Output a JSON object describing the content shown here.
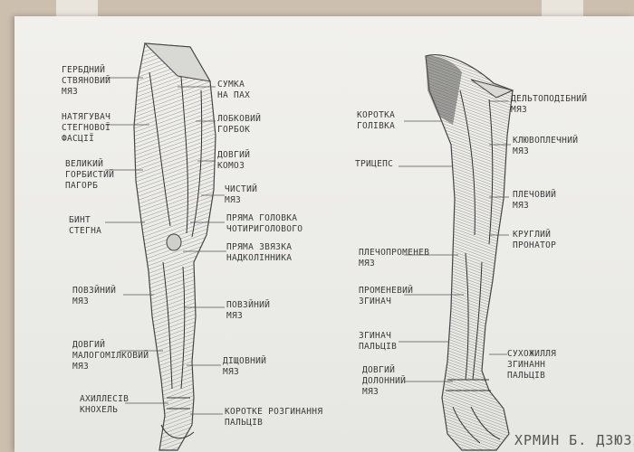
{
  "leg_labels": {
    "l1": "ГЕРБДНИЙ\nСТВЯНОВИЙ\nМЯЗ",
    "l2": "НАТЯГУВАЧ\nСТЕГНОВОЇ\nФАСЦІЇ",
    "l3": "ВЕЛИКИЙ\nГОРБИСТИЙ\nПАГОРБ",
    "l4": "БИНТ\nСТЕГНА",
    "l5": "ПОВЗЙНИЙ\nМЯЗ",
    "l6": "ДОВГИЙ\nМАЛОГОМІЛКОВИЙ\nМЯЗ",
    "l7": "АХИЛЛЕСІВ\nКНОХЕЛЬ",
    "r1": "СУМКА\nНА ПАХ",
    "r2": "ЛОБКОВИЙ\nГОРБОК",
    "r3": "ДОВГИЙ\nКОМОЗ",
    "r4": "ЧИСТИЙ\nМЯЗ",
    "r5": "ПРЯМА ГОЛОВКА\nЧОТИРИГОЛОВОГО",
    "r6": "ПРЯМА ЗВЯЗКА\nНАДКОЛІННИКА",
    "r7": "ПОВЗЙНИЙ\nМЯЗ",
    "r8": "ДІЩОВНИЙ\nМЯЗ",
    "r9": "КОРОТКЕ РОЗГИНАННЯ\nПАЛЬЦІВ"
  },
  "arm_labels": {
    "a1": "КОРОТКА\nГОЛІВКА",
    "a2": "ТРИЦЕПС",
    "a3": "ПЛЕЧОПРОМЕНЕВ\nМЯЗ",
    "a4": "ПРОМЕНЕВИЙ\nЗГИНАЧ",
    "a5": "ЗГИНАЧ\nПАЛЬЦІВ",
    "a6": "ДОВГИЙ\nДОЛОННИЙ\nМЯЗ",
    "b1": "ДЕЛЬТОПОДІБНИЙ\nМЯЗ",
    "b2": "КЛЮВОПЛЕЧНИЙ\nМЯЗ",
    "b3": "ПЛЕЧОВИЙ\nМЯЗ",
    "b4": "КРУГЛИЙ\nПРОНАТОР",
    "b5": "СУХОЖИЛЛЯ\nЗГИНАНН\nПАЛЬЦІВ"
  },
  "signature": "ХРМИН Б. ДЗЮЗІ"
}
